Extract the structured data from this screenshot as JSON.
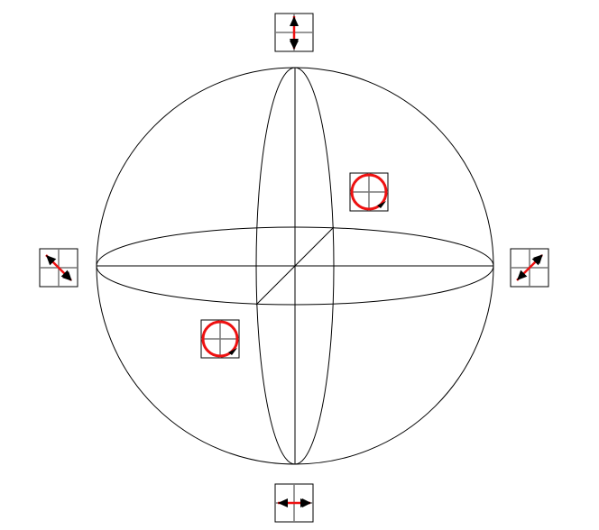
{
  "diagram": {
    "type": "poincare-sphere",
    "colors": {
      "line": "#000000",
      "polarization": "#ee1111",
      "grid": "#777777"
    },
    "states": [
      {
        "id": "top",
        "icon": "vertical-linear-polarization-icon"
      },
      {
        "id": "bottom",
        "icon": "horizontal-linear-polarization-icon"
      },
      {
        "id": "left",
        "icon": "diagonal-minus-45-polarization-icon"
      },
      {
        "id": "right",
        "icon": "diagonal-plus-45-polarization-icon"
      },
      {
        "id": "upper-right",
        "icon": "circular-polarization-icon"
      },
      {
        "id": "lower-left",
        "icon": "circular-polarization-icon"
      }
    ]
  }
}
